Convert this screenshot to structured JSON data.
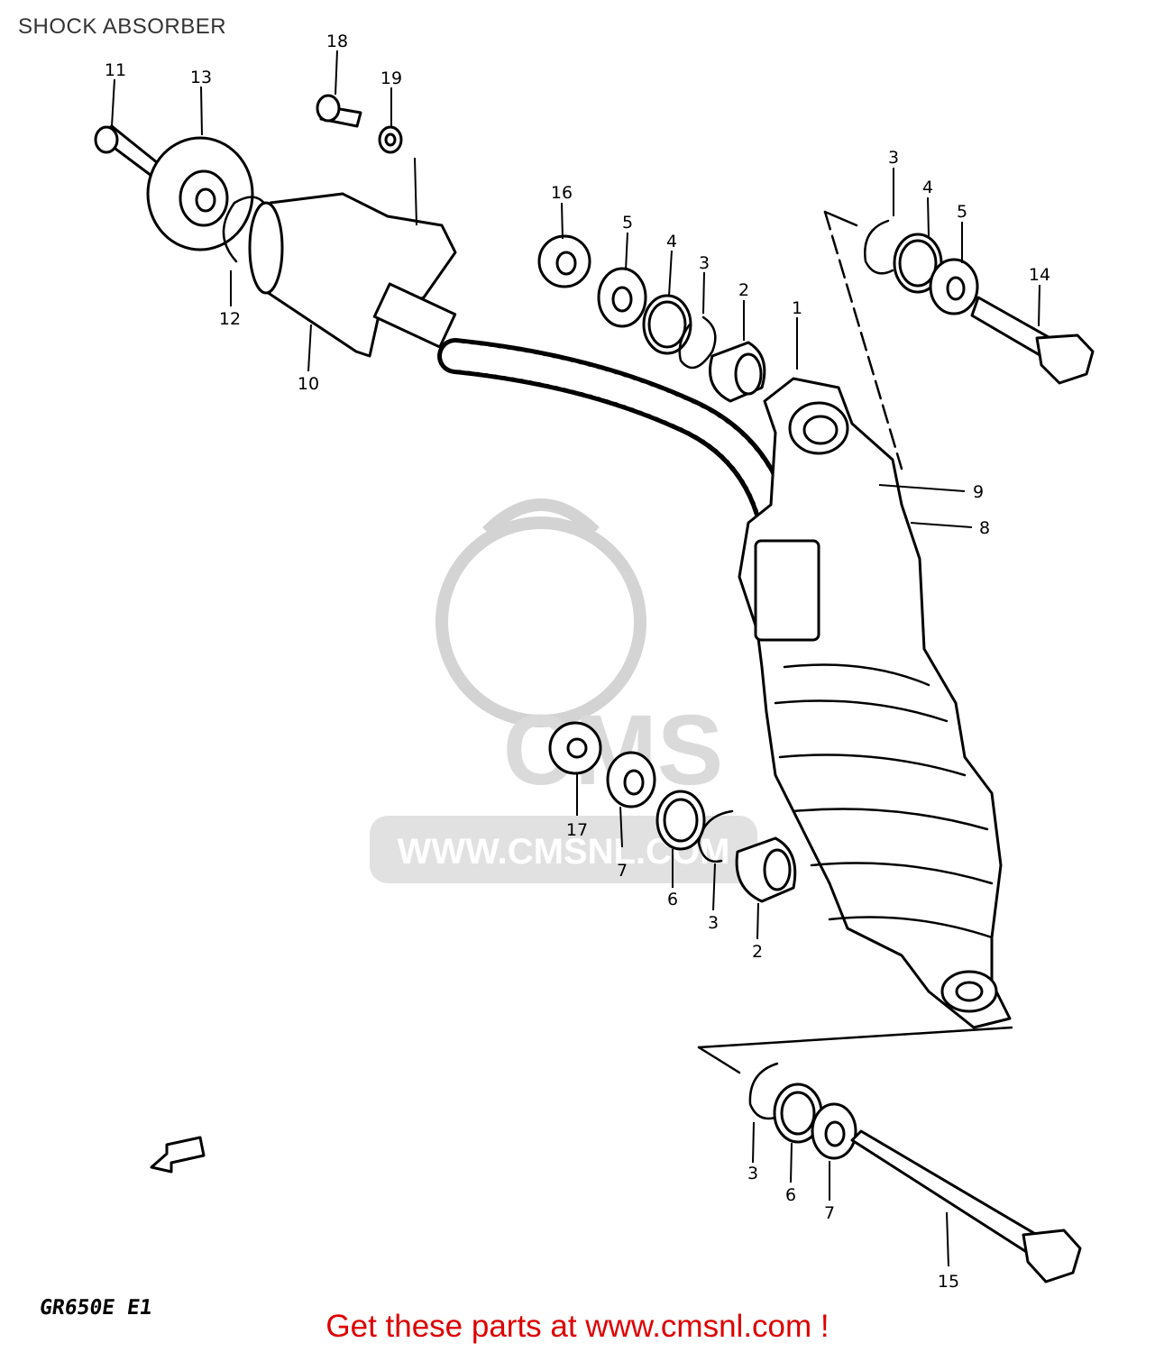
{
  "header": {
    "title": "SHOCK ABSORBER"
  },
  "footer": {
    "model_code": "GR650E E1",
    "call_to_action": "Get these parts at www.cmsnl.com !"
  },
  "watermark": {
    "text": "WWW.CMSNL.COM",
    "logo": "CMS"
  },
  "colors": {
    "call_to_action": "#dd0000",
    "title": "#333333",
    "watermark": "#cfcfcf"
  },
  "callouts": [
    {
      "id": "c18",
      "label": "18"
    },
    {
      "id": "c19",
      "label": "19"
    },
    {
      "id": "c11",
      "label": "11"
    },
    {
      "id": "c13",
      "label": "13"
    },
    {
      "id": "c12",
      "label": "12"
    },
    {
      "id": "c10",
      "label": "10"
    },
    {
      "id": "c16",
      "label": "16"
    },
    {
      "id": "c5a",
      "label": "5"
    },
    {
      "id": "c4a",
      "label": "4"
    },
    {
      "id": "c3a",
      "label": "3"
    },
    {
      "id": "c2a",
      "label": "2"
    },
    {
      "id": "c1",
      "label": "1"
    },
    {
      "id": "c3b",
      "label": "3"
    },
    {
      "id": "c4b",
      "label": "4"
    },
    {
      "id": "c5b",
      "label": "5"
    },
    {
      "id": "c14",
      "label": "14"
    },
    {
      "id": "c9",
      "label": "9"
    },
    {
      "id": "c8",
      "label": "8"
    },
    {
      "id": "c17",
      "label": "17"
    },
    {
      "id": "c7a",
      "label": "7"
    },
    {
      "id": "c6a",
      "label": "6"
    },
    {
      "id": "c3c",
      "label": "3"
    },
    {
      "id": "c2b",
      "label": "2"
    },
    {
      "id": "c3d",
      "label": "3"
    },
    {
      "id": "c6b",
      "label": "6"
    },
    {
      "id": "c7b",
      "label": "7"
    },
    {
      "id": "c15",
      "label": "15"
    }
  ]
}
